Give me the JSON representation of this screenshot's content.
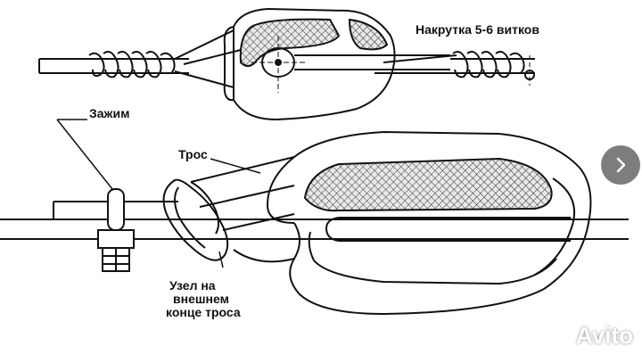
{
  "labels": {
    "turns": "Накрутка 5-6 витков",
    "clamp": "Зажим",
    "rope": "Трос",
    "knot": [
      "Узел на",
      "внешнем",
      "конце троса"
    ]
  },
  "overlay": {
    "next_icon": "chevron-right-icon",
    "watermark_brand": "Avito"
  },
  "colors": {
    "line": "#111111",
    "hatch_bg": "#e8e8e8",
    "nav_button": "#6f6f6f",
    "watermark": "#ffffff"
  }
}
